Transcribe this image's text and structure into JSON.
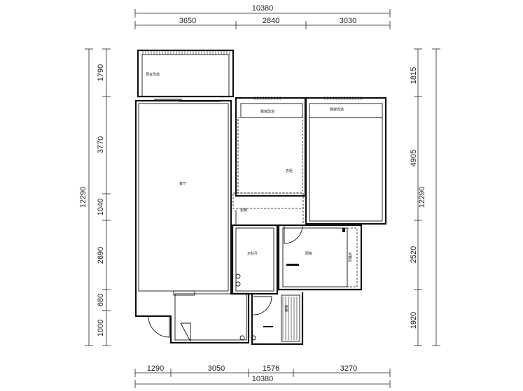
{
  "dimensions": {
    "top_total": "10380",
    "top_segments": [
      "3650",
      "2840",
      "3030"
    ],
    "bottom_total": "10380",
    "bottom_segments": [
      "1290",
      "3050",
      "1576",
      "3270"
    ],
    "left_total": "12290",
    "left_segments": [
      "1790",
      "3770",
      "1040",
      "2690",
      "680",
      "1000"
    ],
    "right_total": "12290",
    "right_segments": [
      "1815",
      "4905",
      "2520",
      "1920"
    ]
  },
  "rooms": {
    "balcony_label": "阳台改造",
    "living_label": "客厅",
    "bed2_window_label": "飘窗改造",
    "bed1_window_label": "飘窗改造",
    "closet_label": "衣柜",
    "hall_label": "走廊",
    "bath_label": "卫生间",
    "kitchen_label": "厨房",
    "cabinet_label": "冰箱位",
    "stair_label": "楼梯"
  }
}
